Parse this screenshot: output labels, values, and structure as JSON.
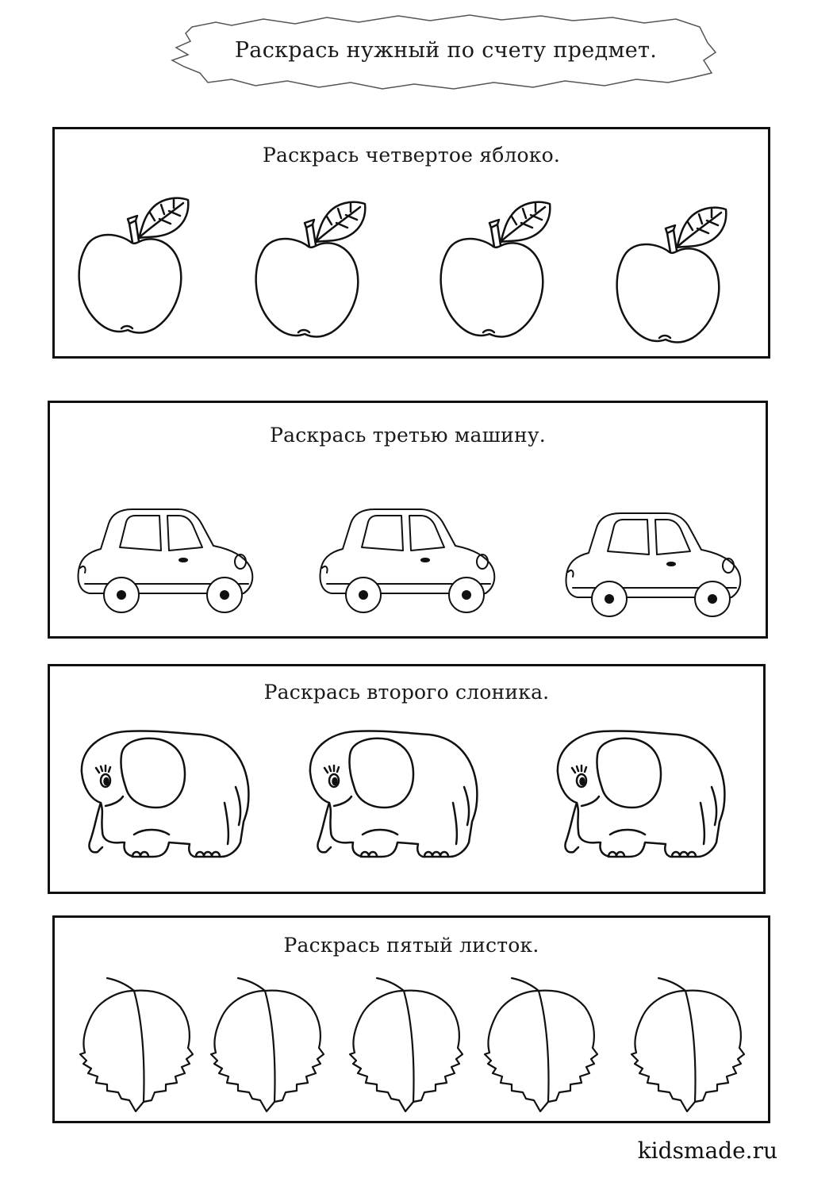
{
  "header": {
    "title": "Раскрась нужный по счету предмет."
  },
  "tasks": [
    {
      "instruction": "Раскрась четвертое яблоко.",
      "item_icon": "apple-icon",
      "count": 4
    },
    {
      "instruction": "Раскрась третью машину.",
      "item_icon": "car-icon",
      "count": 3
    },
    {
      "instruction": "Раскрась второго слоника.",
      "item_icon": "elephant-icon",
      "count": 3
    },
    {
      "instruction": "Раскрась пятый листок.",
      "item_icon": "leaf-icon",
      "count": 5
    }
  ],
  "footer": {
    "site": "kidsmade.ru"
  },
  "colors": {
    "ink": "#111111",
    "paper": "#ffffff"
  }
}
